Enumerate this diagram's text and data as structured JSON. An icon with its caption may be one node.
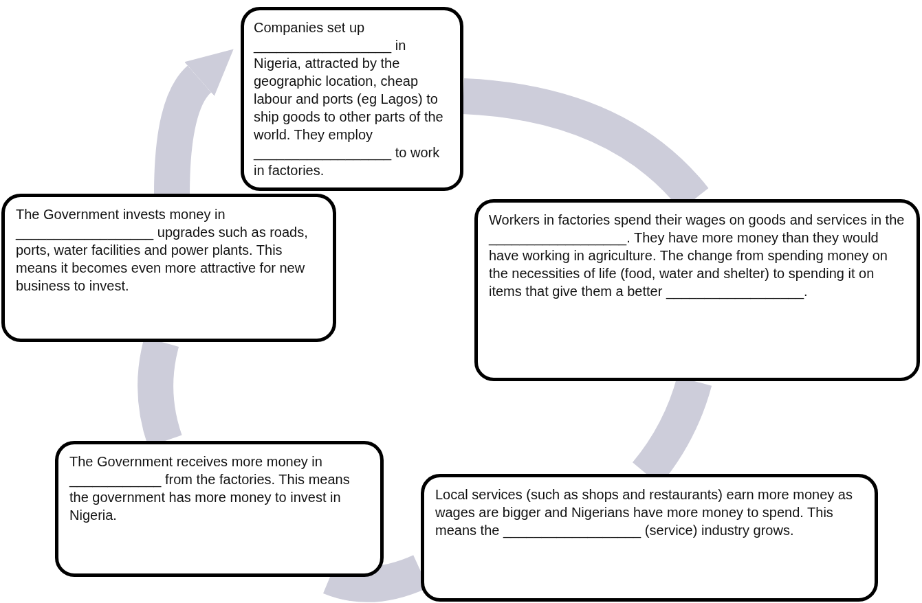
{
  "diagram": {
    "nodes": [
      {
        "text": [
          "Companies set up __________________ in Nigeria, attracted by the geographic location, cheap labour and ports (eg Lagos) to ship goods to other parts of the world. They employ __________________ to work in factories."
        ]
      },
      {
        "text": [
          "The Government invests money in __________________ upgrades such as roads, ports, water facilities and power plants. This means it becomes even more attractive for new business to invest."
        ]
      },
      {
        "text": [
          "Workers in factories spend their wages on goods and services in the __________________. They have more money than they would have working in agriculture. The change from spending money on the necessities of life (food, water and shelter) to spending it on items that give them a better __________________."
        ]
      },
      {
        "text": [
          "The Government receives more money in ____________ from the factories. This means the government has more money to invest in Nigeria."
        ]
      },
      {
        "text": [
          "Local services (such as shops and restaurants) earn more money as wages are bigger and Nigerians have more money to spend. This means the __________________ (service) industry grows."
        ]
      }
    ],
    "edges": [
      {
        "from": 0,
        "to": 2,
        "arrow": "none"
      },
      {
        "from": 2,
        "to": 4,
        "arrow": "none"
      },
      {
        "from": 4,
        "to": 3,
        "arrow": "none"
      },
      {
        "from": 3,
        "to": 1,
        "arrow": "none"
      },
      {
        "from": 1,
        "to": 0,
        "arrow": "to"
      }
    ]
  }
}
